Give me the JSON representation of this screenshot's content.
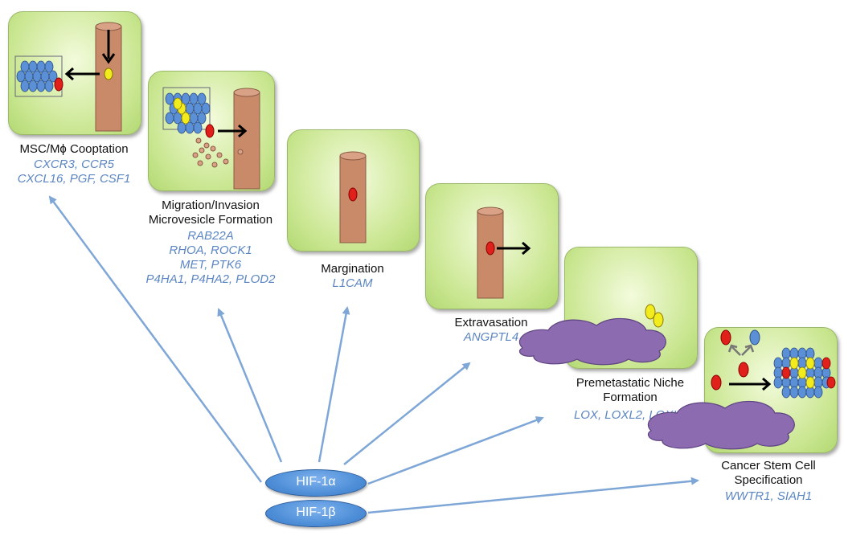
{
  "stages": [
    {
      "label_lines": [
        "MSC/Mϕ Cooptation"
      ],
      "gene_lines": [
        "CXCR3, CCR5",
        "CXCL16, PGF, CSF1"
      ]
    },
    {
      "label_lines": [
        "Migration/Invasion",
        "Microvesicle Formation"
      ],
      "gene_lines": [
        "RAB22A",
        "RHOA, ROCK1",
        "MET, PTK6",
        "P4HA1, P4HA2, PLOD2"
      ]
    },
    {
      "label_lines": [
        "Margination"
      ],
      "gene_lines": [
        "L1CAM"
      ]
    },
    {
      "label_lines": [
        "Extravasation"
      ],
      "gene_lines": [
        "ANGPTL4"
      ]
    },
    {
      "label_lines": [
        "Premetastatic Niche",
        "Formation"
      ],
      "gene_lines": [
        "LOX, LOXL2, LOXL4"
      ]
    },
    {
      "label_lines": [
        "Cancer Stem Cell",
        "Specification"
      ],
      "gene_lines": [
        "WWTR1, SIAH1"
      ]
    }
  ],
  "hif": {
    "alpha": "HIF-1α",
    "beta": "HIF-1β"
  },
  "colors": {
    "card_fill": "#c9e690",
    "vessel": "#c98a6a",
    "tumor_cell": "#5b8fd6",
    "red_cell": "#e0201a",
    "yellow_cell": "#f2ec1e",
    "niche": "#8c6bb0",
    "arrow": "#7ea6d6",
    "gene_text": "#5b86c2"
  }
}
